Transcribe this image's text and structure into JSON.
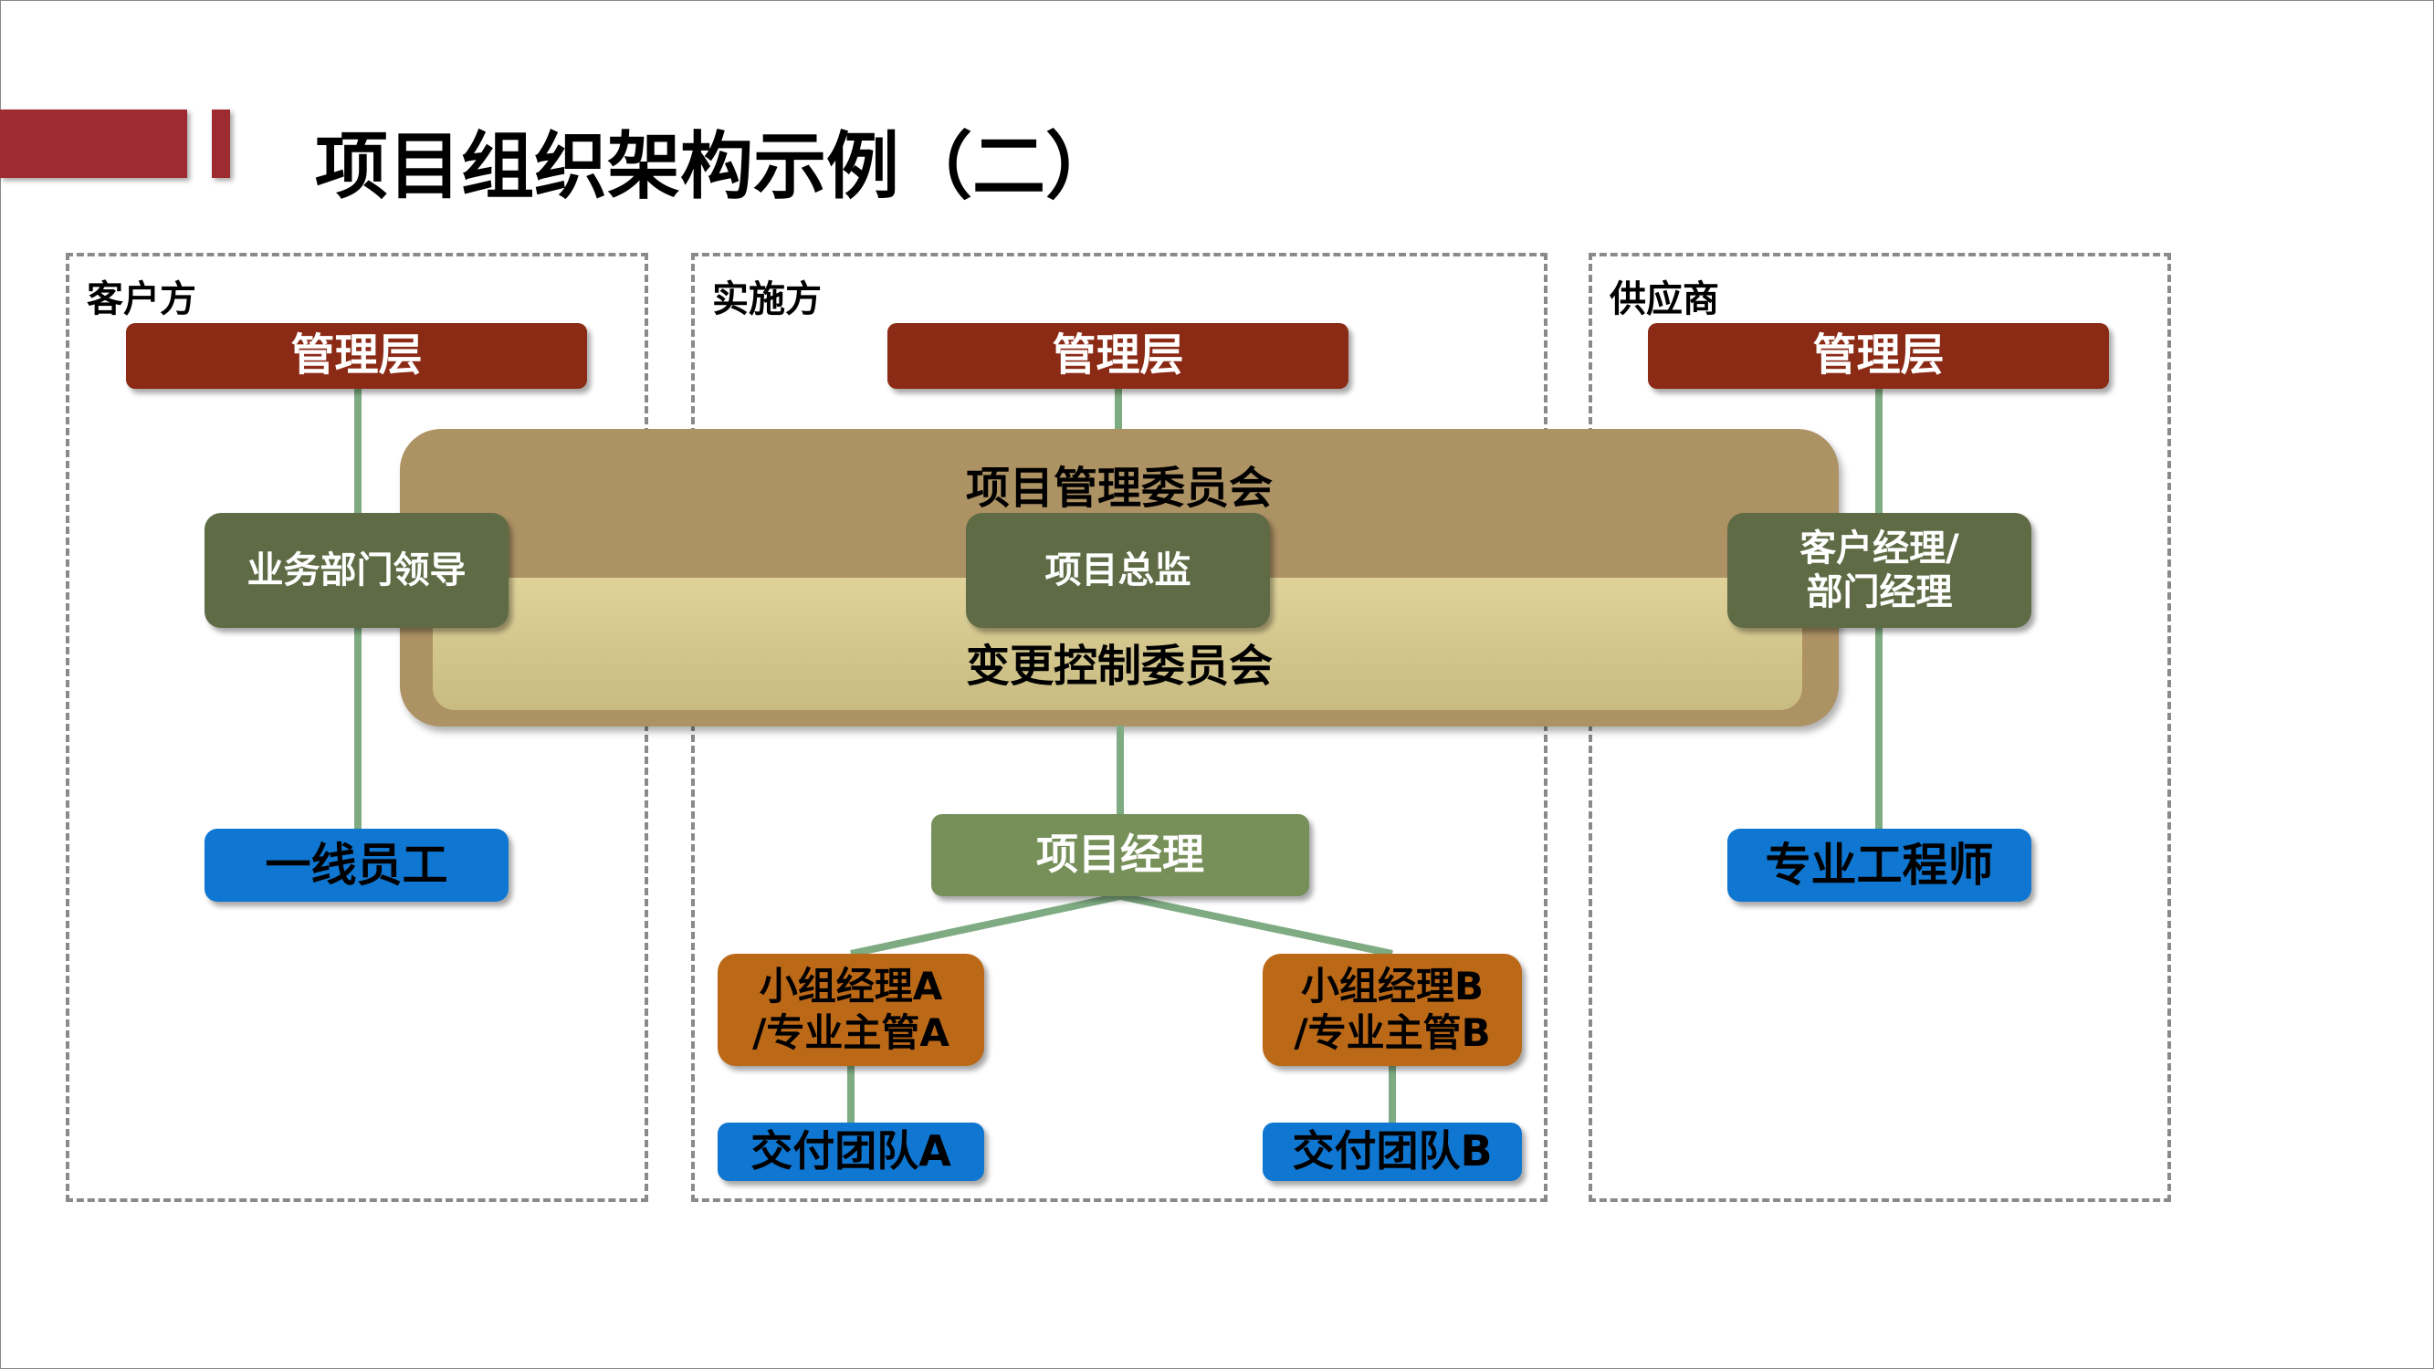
{
  "title": "项目组织架构示例（二）",
  "colors": {
    "accent": "#9e2b2f",
    "management": "#8b2a15",
    "leader": "#5f6b45",
    "frontline": "#0f77d1",
    "project_manager": "#77905a",
    "sub_manager": "#bb6817",
    "committee_top": "#ad9264",
    "committee_bottom": "#e0d39a",
    "connector": "#7fab82"
  },
  "groups": {
    "client": {
      "label": "客户方",
      "management": "管理层",
      "leader": "业务部门领导",
      "staff": "一线员工"
    },
    "implementer": {
      "label": "实施方",
      "management": "管理层",
      "director": "项目总监",
      "pm": "项目经理",
      "sub_a_line1": "小组经理A",
      "sub_a_line2": "/专业主管A",
      "sub_b_line1": "小组经理B",
      "sub_b_line2": "/专业主管B",
      "team_a": "交付团队A",
      "team_b": "交付团队B"
    },
    "supplier": {
      "label": "供应商",
      "management": "管理层",
      "leader_line1": "客户经理/",
      "leader_line2": "部门经理",
      "staff": "专业工程师"
    }
  },
  "committee": {
    "top": "项目管理委员会",
    "bottom": "变更控制委员会"
  }
}
